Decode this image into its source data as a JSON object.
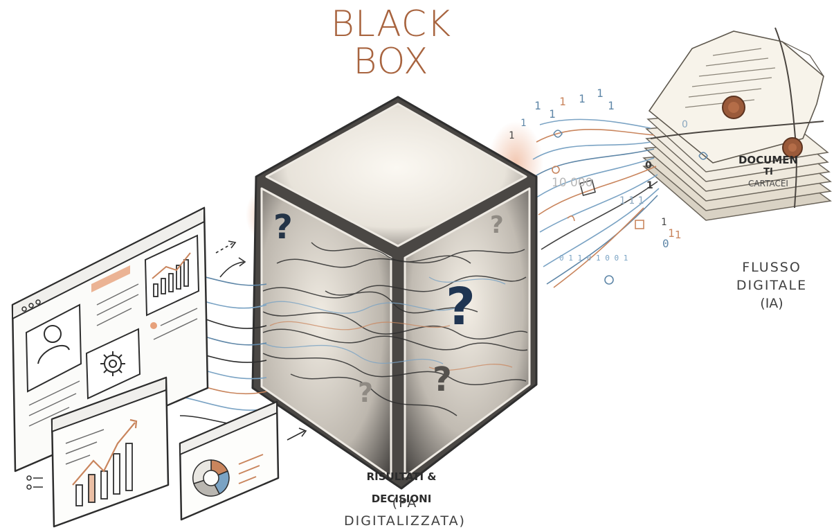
{
  "title": {
    "line1": "BLACK",
    "line2": "BOX"
  },
  "labels": {
    "documents": {
      "line1": "DOCUMEN",
      "line2": "TI",
      "line3": "CARTACEI"
    },
    "flow": {
      "line1": "FLUSSO",
      "line2": "DIGITALE",
      "line3": "(IA)"
    },
    "results": {
      "line1": "RISULTATI &",
      "line2": "DECISIONI"
    },
    "pa": {
      "line1": "(PA",
      "line2": "DIGITALIZZATA)"
    }
  },
  "binary_text": {
    "number": "10 000",
    "d0": "0",
    "d1": "1",
    "d2": "1 1 1",
    "d3": "1",
    "d4": "0"
  },
  "question_mark": "?",
  "colors": {
    "title": "#a8643f",
    "accent": "#c9855d",
    "stream_blue": "#7aa3c4",
    "dark": "#2f2f2f",
    "cube_dark": "#3a3a3a"
  },
  "icons": [
    "cube-icon",
    "document-stack-icon",
    "monitor-icon",
    "chart-icon",
    "gear-icon",
    "user-icon",
    "pie-chart-icon",
    "wax-seal-icon"
  ]
}
